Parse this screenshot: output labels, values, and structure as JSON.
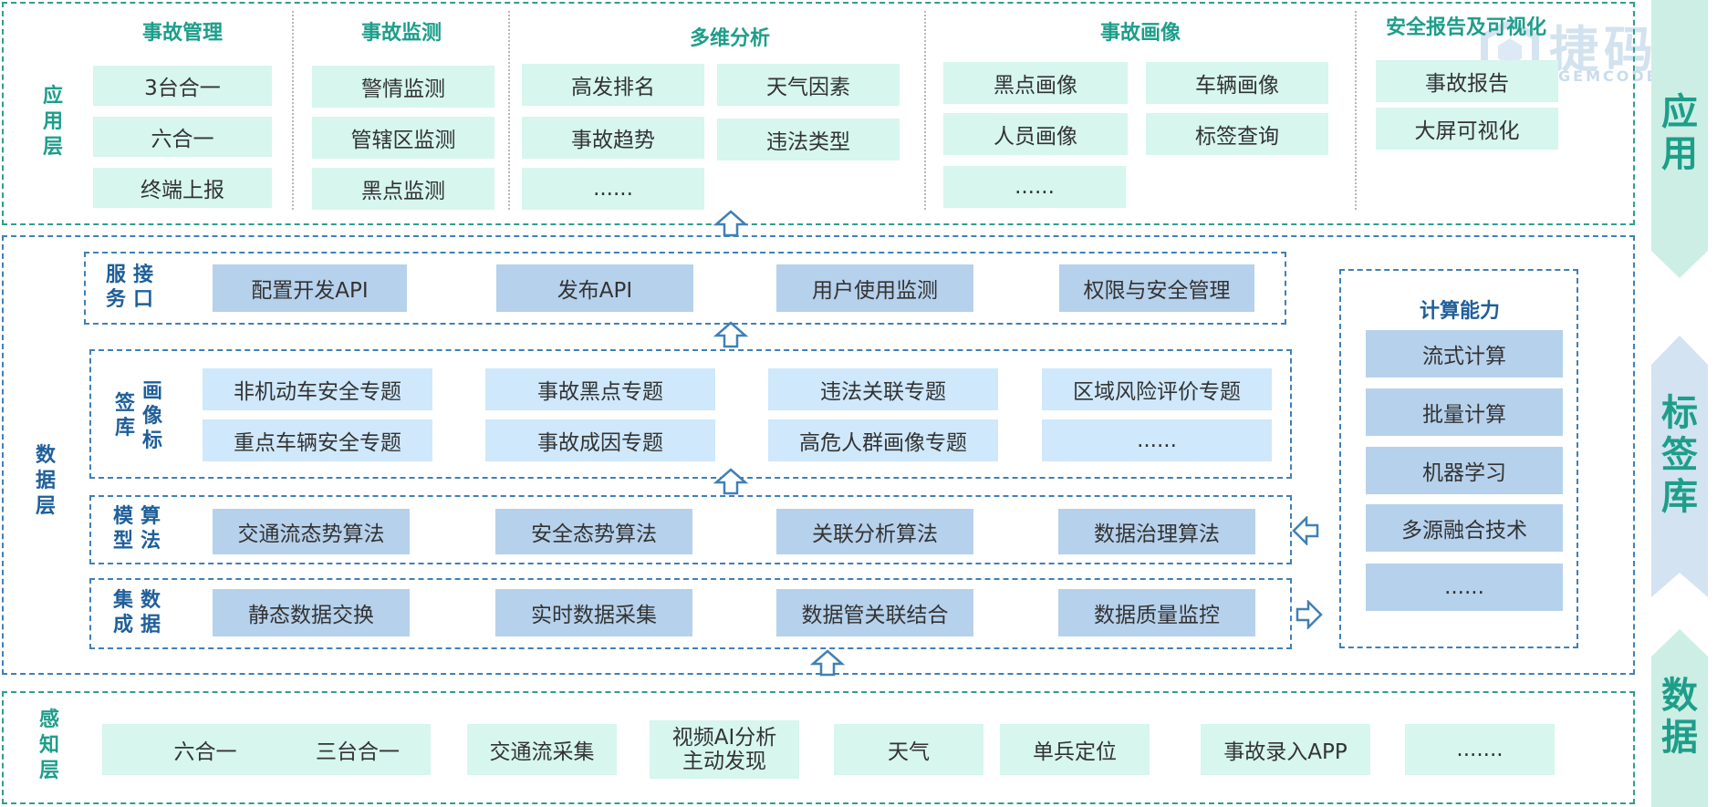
{
  "watermark": {
    "brand_cn": "捷码",
    "brand_en": "GEMCODER"
  },
  "ribbon": [
    {
      "id": "app",
      "text": "应用"
    },
    {
      "id": "tag",
      "text": "标签库"
    },
    {
      "id": "data",
      "text": "数据"
    }
  ],
  "app_layer": {
    "label": "应用层",
    "columns": [
      {
        "title": "事故管理",
        "items": [
          "3台合一",
          "六合一",
          "终端上报"
        ]
      },
      {
        "title": "事故监测",
        "items": [
          "警情监测",
          "管辖区监测",
          "黑点监测"
        ]
      },
      {
        "title": "多维分析",
        "items": [
          "高发排名",
          "天气因素",
          "事故趋势",
          "违法类型",
          "......"
        ]
      },
      {
        "title": "事故画像",
        "items": [
          "黑点画像",
          "车辆画像",
          "人员画像",
          "标签查询",
          "......"
        ]
      },
      {
        "title": "安全报告及可视化",
        "items": [
          "事故报告",
          "大屏可视化"
        ]
      }
    ]
  },
  "data_layer": {
    "label": "数据层",
    "service": {
      "label": "接口服务",
      "label_chars": [
        "服",
        "务",
        "接",
        "口"
      ],
      "items": [
        "配置开发API",
        "发布API",
        "用户使用监测",
        "权限与安全管理"
      ]
    },
    "tags": {
      "label": "画像标签库",
      "label_chars": [
        "画",
        "像",
        "标",
        "签",
        "库"
      ],
      "items": [
        "非机动车安全专题",
        "事故黑点专题",
        "违法关联专题",
        "区域风险评价专题",
        "重点车辆安全专题",
        "事故成因专题",
        "高危人群画像专题",
        "......"
      ]
    },
    "model": {
      "label": "算法模型",
      "label_chars": [
        "模",
        "型",
        "算",
        "法"
      ],
      "items": [
        "交通流态势算法",
        "安全态势算法",
        "关联分析算法",
        "数据治理算法"
      ]
    },
    "collect": {
      "label": "数据集成",
      "label_chars": [
        "集",
        "成",
        "数",
        "据"
      ],
      "items": [
        "静态数据交换",
        "实时数据采集",
        "数据管关联结合",
        "数据质量监控"
      ]
    },
    "compute": {
      "title": "计算能力",
      "items": [
        "流式计算",
        "批量计算",
        "机器学习",
        "多源融合技术",
        "......"
      ]
    }
  },
  "sense_layer": {
    "label": "感知层",
    "items": [
      "六合一",
      "三台合一",
      "交通流采集",
      "视频AI分析",
      "主动发现",
      "天气",
      "单兵定位",
      "事故录入APP",
      "......."
    ]
  },
  "colors": {
    "green": "#1d9e8a",
    "blue": "#1f5f99",
    "mint": "#d6f6ee",
    "steel": "#b6d1ec",
    "sky": "#cfe8fb",
    "ribbon": "#cdeee4",
    "ribbon_blue": "#d3e3f2"
  }
}
